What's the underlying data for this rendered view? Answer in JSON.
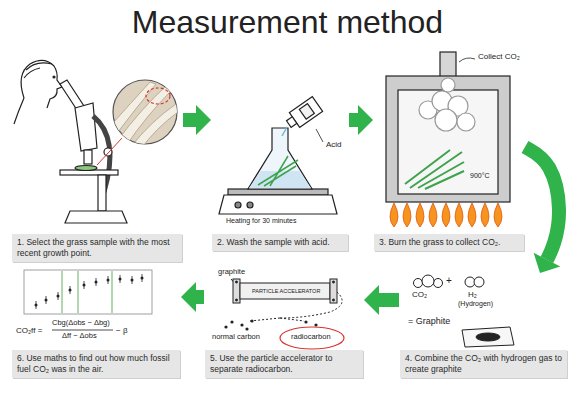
{
  "diagram": {
    "title": "Measurement method",
    "nodes": [
      {
        "text": [
          "1. Select the grass sample with the most recent growth point."
        ]
      },
      {
        "text": [
          "2. Wash the sample with acid."
        ]
      },
      {
        "text": [
          "3. Burn the grass to collect CO₂."
        ]
      },
      {
        "text": [
          "4. Combine the CO₂ with hydrogen gas to create graphite"
        ]
      },
      {
        "text": [
          "5. Use the particle accelerator to separate radiocarbon."
        ]
      },
      {
        "text": [
          "6. Use maths to find out how much fossil fuel CO₂ was in the air."
        ]
      }
    ],
    "edges": [
      {
        "from": 0,
        "to": 1,
        "arrow": "to"
      },
      {
        "from": 1,
        "to": 2,
        "arrow": "to"
      },
      {
        "from": 2,
        "to": 3,
        "arrow": "to"
      },
      {
        "from": 3,
        "to": 4,
        "arrow": "to"
      },
      {
        "from": 4,
        "to": 5,
        "arrow": "to"
      }
    ],
    "labels": [
      "Collect CO₂",
      "Acid",
      "Heating for 30 minutes",
      "900°C",
      "CO₂",
      "+",
      "H₂",
      "(Hydrogen)",
      "= Graphite",
      "graphite",
      "PARTICLE ACCELERATOR",
      "normal carbon",
      "radiocarbon",
      "CO₂ff =",
      "Cbg(Δobs − Δbg)",
      "Δff − Δobs",
      "− β"
    ]
  }
}
